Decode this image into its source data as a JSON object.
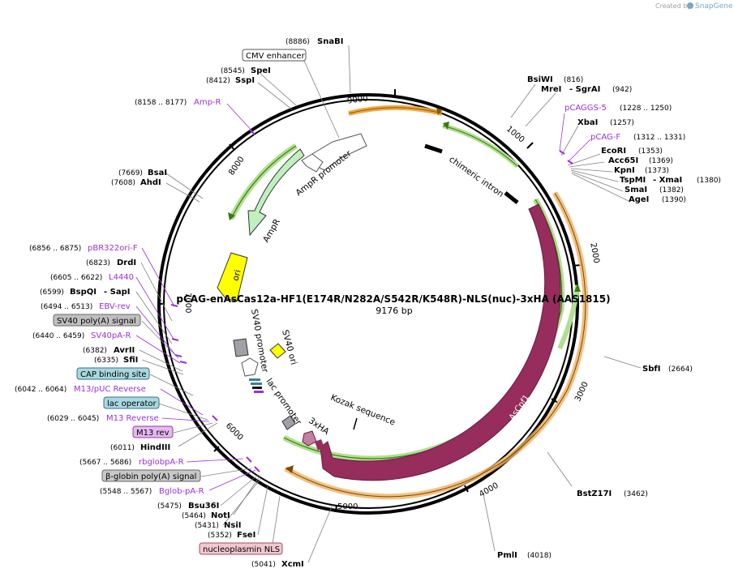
{
  "credit": {
    "created_by": "Created by",
    "brand": "SnapGene"
  },
  "title": "pCAG-enAsCas12a-HF1(E174R/N282A/S542R/K548R)-NLS(nuc)-3xHA (AAS1815)",
  "length": "9176 bp",
  "ticks": [
    "1000",
    "2000",
    "3000",
    "4000",
    "5000",
    "6000",
    "7000",
    "8000",
    "9000"
  ],
  "sites": [
    {
      "name": "SnaBI",
      "pos": "(8886)"
    },
    {
      "name": "SpeI",
      "pos": "(8545)"
    },
    {
      "name": "SspI",
      "pos": "(8412)"
    },
    {
      "name": "BsaI",
      "pos": "(7669)"
    },
    {
      "name": "AhdI",
      "pos": "(7608)"
    },
    {
      "name": "DrdI",
      "pos": "(6823)"
    },
    {
      "name": "BspQI",
      "pos": "(6599)",
      "extra": "- SapI"
    },
    {
      "name": "AvrII",
      "pos": "(6382)"
    },
    {
      "name": "SfiI",
      "pos": "(6335)"
    },
    {
      "name": "HindIII",
      "pos": "(6011)"
    },
    {
      "name": "Bsu36I",
      "pos": "(5475)"
    },
    {
      "name": "NotI",
      "pos": "(5464)"
    },
    {
      "name": "NsiI",
      "pos": "(5431)"
    },
    {
      "name": "FseI",
      "pos": "(5352)"
    },
    {
      "name": "XcmI",
      "pos": "(5041)"
    },
    {
      "name": "PmlI",
      "pos": "(4018)"
    },
    {
      "name": "BstZ17I",
      "pos": "(3462)"
    },
    {
      "name": "SbfI",
      "pos": "(2664)"
    },
    {
      "name": "BsiWI",
      "pos": "(816)"
    },
    {
      "name": "MreI",
      "pos": "(942)",
      "extra": "- SgrAI"
    },
    {
      "name": "XbaI",
      "pos": "(1257)"
    },
    {
      "name": "EcoRI",
      "pos": "(1353)"
    },
    {
      "name": "Acc65I",
      "pos": "(1369)"
    },
    {
      "name": "KpnI",
      "pos": "(1373)"
    },
    {
      "name": "TspMI",
      "pos": "(1380)",
      "extra": "- XmaI"
    },
    {
      "name": "SmaI",
      "pos": "(1382)"
    },
    {
      "name": "AgeI",
      "pos": "(1390)"
    }
  ],
  "primers": [
    {
      "name": "Amp-R",
      "range": "(8158 .. 8177)"
    },
    {
      "name": "pBR322ori-F",
      "range": "(6856 .. 6875)"
    },
    {
      "name": "L4440",
      "range": "(6605 .. 6622)"
    },
    {
      "name": "EBV-rev",
      "range": "(6494 .. 6513)"
    },
    {
      "name": "SV40pA-R",
      "range": "(6440 .. 6459)"
    },
    {
      "name": "M13/pUC Reverse",
      "range": "(6042 .. 6064)"
    },
    {
      "name": "M13 Reverse",
      "range": "(6029 .. 6045)"
    },
    {
      "name": "rbglobpA-R",
      "range": "(5667 .. 5686)"
    },
    {
      "name": "Bglob-pA-R",
      "range": "(5548 .. 5567)"
    },
    {
      "name": "pCAGGS-5",
      "range": "(1228 .. 1250)"
    },
    {
      "name": "pCAG-F",
      "range": "(1312 .. 1331)"
    }
  ],
  "boxes": [
    {
      "name": "CMV enhancer",
      "fill": "#ffffff"
    },
    {
      "name": "SV40 poly(A) signal",
      "fill": "#c0c0c0"
    },
    {
      "name": "CAP binding site",
      "fill": "#a8d8e0"
    },
    {
      "name": "lac operator",
      "fill": "#a8d8e0"
    },
    {
      "name": "M13 rev",
      "fill": "#e8b8f0"
    },
    {
      "name": "β-globin poly(A) signal",
      "fill": "#c8c8c8"
    },
    {
      "name": "nucleoplasmin NLS",
      "fill": "#f0c8d0"
    }
  ],
  "features": [
    {
      "name": "chimeric intron"
    },
    {
      "name": "AmpR promoter"
    },
    {
      "name": "AmpR"
    },
    {
      "name": "ori"
    },
    {
      "name": "SV40 promoter"
    },
    {
      "name": "SV40 ori"
    },
    {
      "name": "lac promoter"
    },
    {
      "name": "Kozak sequence"
    },
    {
      "name": "3xHA"
    },
    {
      "name": "AsCpf1"
    }
  ],
  "colors": {
    "cas": "#962d5d",
    "amp": "#c0f0c0",
    "ori": "#ffff00",
    "green_arc": "#66b032",
    "orange_arc": "#f0a030",
    "primer": "#9b30d9",
    "backbone": "#000000"
  }
}
